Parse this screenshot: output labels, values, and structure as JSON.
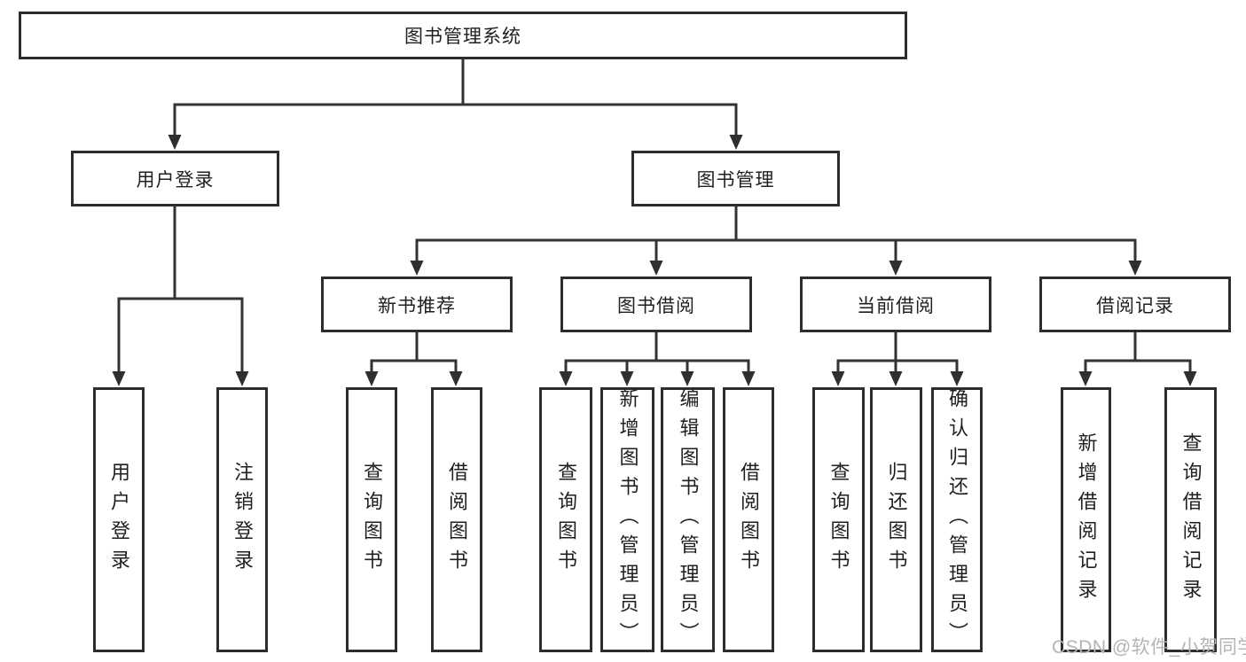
{
  "diagram": {
    "root": {
      "label": "图书管理系统"
    },
    "level2": [
      {
        "label": "用户登录",
        "children": [
          {
            "label": "用户登录"
          },
          {
            "label": "注销登录"
          }
        ]
      },
      {
        "label": "图书管理",
        "children": [
          {
            "label": "新书推荐",
            "children": [
              {
                "label": "查询图书"
              },
              {
                "label": "借阅图书"
              }
            ]
          },
          {
            "label": "图书借阅",
            "children": [
              {
                "label": "查询图书"
              },
              {
                "label": "新增图书（管理员）"
              },
              {
                "label": "编辑图书（管理员）"
              },
              {
                "label": "借阅图书"
              }
            ]
          },
          {
            "label": "当前借阅",
            "children": [
              {
                "label": "查询图书"
              },
              {
                "label": "归还图书"
              },
              {
                "label": "确认归还（管理员）"
              }
            ]
          },
          {
            "label": "借阅记录",
            "children": [
              {
                "label": "新增借阅记录"
              },
              {
                "label": "查询借阅记录"
              }
            ]
          }
        ]
      }
    ]
  },
  "watermark": {
    "text": "CSDN @软件_小贺同学"
  },
  "colors": {
    "line": "#333333",
    "box_border": "#2d2d2d",
    "text": "#1f1f1f",
    "background": "#ffffff",
    "watermark": "#b4b4b4"
  }
}
